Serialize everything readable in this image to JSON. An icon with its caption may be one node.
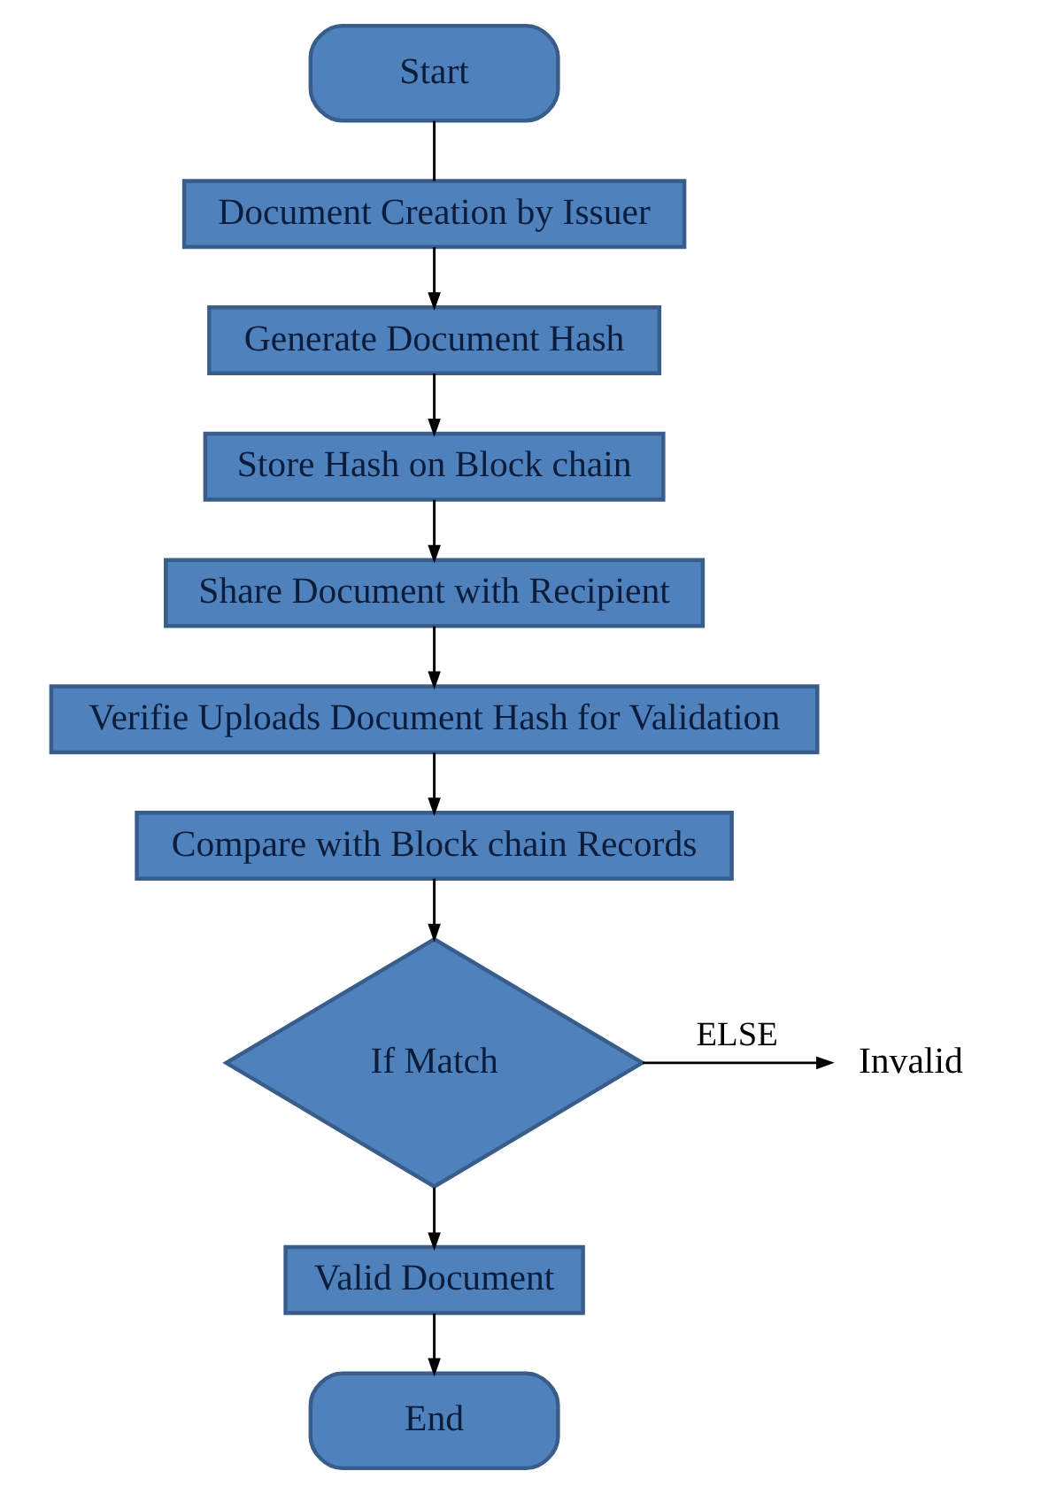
{
  "diagram": {
    "nodes": [
      {
        "text": [
          "Start"
        ]
      },
      {
        "text": [
          "Document Creation by Issuer"
        ]
      },
      {
        "text": [
          "Generate Document Hash"
        ]
      },
      {
        "text": [
          "Store Hash on Block chain"
        ]
      },
      {
        "text": [
          "Share Document with Recipient"
        ]
      },
      {
        "text": [
          "Verifie Uploads Document Hash for Validation"
        ]
      },
      {
        "text": [
          "Compare with Block chain Records"
        ]
      },
      {
        "text": [
          "If Match"
        ]
      },
      {
        "text": [
          "Invalid"
        ]
      },
      {
        "text": [
          "Valid Document"
        ]
      },
      {
        "text": [
          "End"
        ]
      }
    ],
    "edges": [
      {
        "from": 0,
        "to": 1,
        "arrow": "none"
      },
      {
        "from": 1,
        "to": 2,
        "arrow": "to"
      },
      {
        "from": 2,
        "to": 3,
        "arrow": "to"
      },
      {
        "from": 3,
        "to": 4,
        "arrow": "to"
      },
      {
        "from": 4,
        "to": 5,
        "arrow": "to"
      },
      {
        "from": 5,
        "to": 6,
        "arrow": "to"
      },
      {
        "from": 6,
        "to": 7,
        "arrow": "to"
      },
      {
        "from": 7,
        "to": 8,
        "arrow": "to",
        "label": "ELSE"
      },
      {
        "from": 7,
        "to": 9,
        "arrow": "to"
      },
      {
        "from": 9,
        "to": 10,
        "arrow": "to"
      }
    ]
  }
}
